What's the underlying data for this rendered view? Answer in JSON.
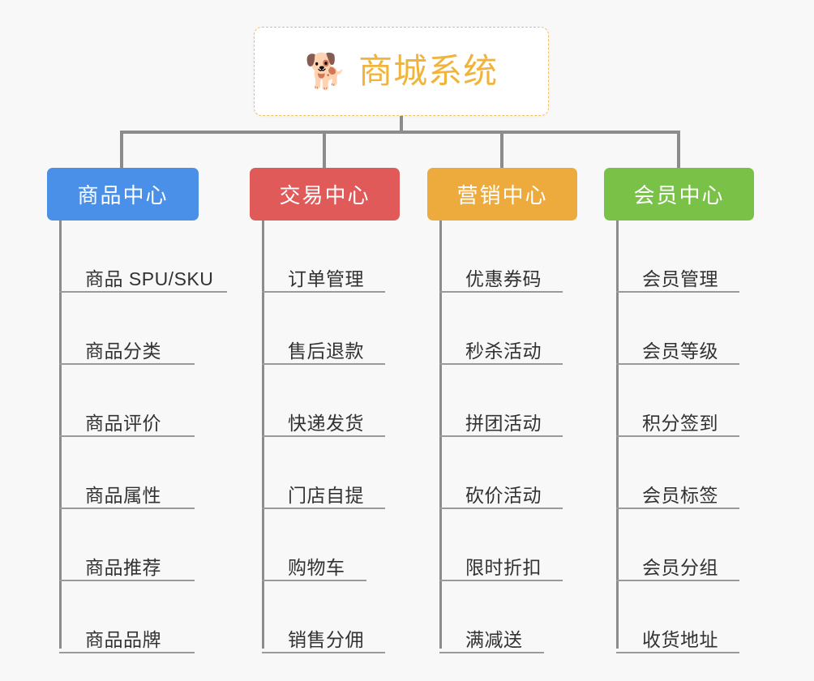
{
  "canvas": {
    "background": "#f8f8f8",
    "connector_color": "#8c8c8c",
    "leaf_rule_color": "#9a9a9a",
    "leaf_text_color": "#323232"
  },
  "root": {
    "icon": "shiba-dog-face-icon",
    "icon_glyph": "🐕",
    "title": "商城系统",
    "text_color": "#f0b43c",
    "border_color": "#f0c060",
    "background": "#ffffff"
  },
  "categories": [
    {
      "id": "product-center",
      "label": "商品中心",
      "color": "#4a90e8",
      "items": [
        {
          "label": "商品 SPU/SKU"
        },
        {
          "label": "商品分类"
        },
        {
          "label": "商品评价"
        },
        {
          "label": "商品属性"
        },
        {
          "label": "商品推荐"
        },
        {
          "label": "商品品牌"
        }
      ]
    },
    {
      "id": "trade-center",
      "label": "交易中心",
      "color": "#e15a5a",
      "items": [
        {
          "label": "订单管理"
        },
        {
          "label": "售后退款"
        },
        {
          "label": "快递发货"
        },
        {
          "label": "门店自提"
        },
        {
          "label": "购物车"
        },
        {
          "label": "销售分佣"
        }
      ]
    },
    {
      "id": "marketing-center",
      "label": "营销中心",
      "color": "#edab3e",
      "items": [
        {
          "label": "优惠券码"
        },
        {
          "label": "秒杀活动"
        },
        {
          "label": "拼团活动"
        },
        {
          "label": "砍价活动"
        },
        {
          "label": "限时折扣"
        },
        {
          "label": "满减送"
        }
      ]
    },
    {
      "id": "member-center",
      "label": "会员中心",
      "color": "#79c247",
      "items": [
        {
          "label": "会员管理"
        },
        {
          "label": "会员等级"
        },
        {
          "label": "积分签到"
        },
        {
          "label": "会员标签"
        },
        {
          "label": "会员分组"
        },
        {
          "label": "收货地址"
        }
      ]
    }
  ]
}
